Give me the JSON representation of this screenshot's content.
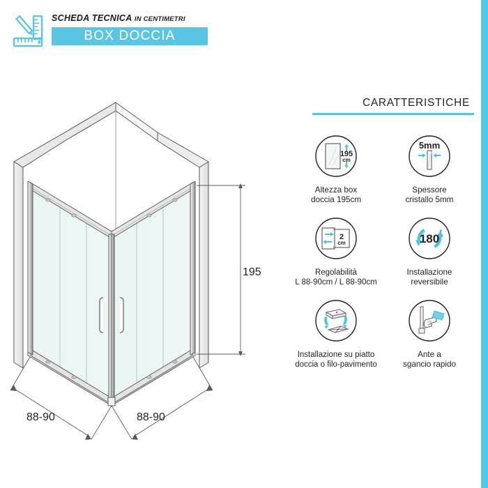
{
  "header": {
    "icon": "pencil-ruler-icon",
    "title_main": "SCHEDA TECNICA",
    "title_sub": "IN CENTIMETRI",
    "band_label": "BOX DOCCIA"
  },
  "colors": {
    "accent": "#5bc6e3",
    "edge_bar": "#54c8e8",
    "glass": "#eaf4f3",
    "line": "#58595b",
    "text": "#231f20"
  },
  "drawing": {
    "name": "shower-enclosure-isometric",
    "dimensions": {
      "height_label": "195",
      "width_left_label": "88-90",
      "width_right_label": "88-90"
    },
    "parts": {
      "glass_panels": 4,
      "handles": 2,
      "walls": 2
    }
  },
  "features_panel": {
    "title": "CARATTERISTICHE",
    "items": [
      {
        "icon": "glass-panel-height-icon",
        "badge_value": "195",
        "badge_unit": "cm",
        "label": "Altezza box\ndoccia 195cm"
      },
      {
        "icon": "glass-thickness-icon",
        "badge_value": "5mm",
        "label": "Spessore\ncristallo 5mm"
      },
      {
        "icon": "adjustability-icon",
        "badge_value": "2",
        "badge_unit": "cm",
        "label": "Regolabilità\nL 88-90cm / L 88-90cm"
      },
      {
        "icon": "reversible-180-icon",
        "badge_value": "180",
        "badge_unit": "°",
        "label": "Installazione\nreversibile"
      },
      {
        "icon": "shower-tray-install-icon",
        "label": "Installazione su piatto\ndoccia o filo-pavimento"
      },
      {
        "icon": "quick-release-door-icon",
        "label": "Ante a\nsgancio rapido"
      }
    ]
  }
}
